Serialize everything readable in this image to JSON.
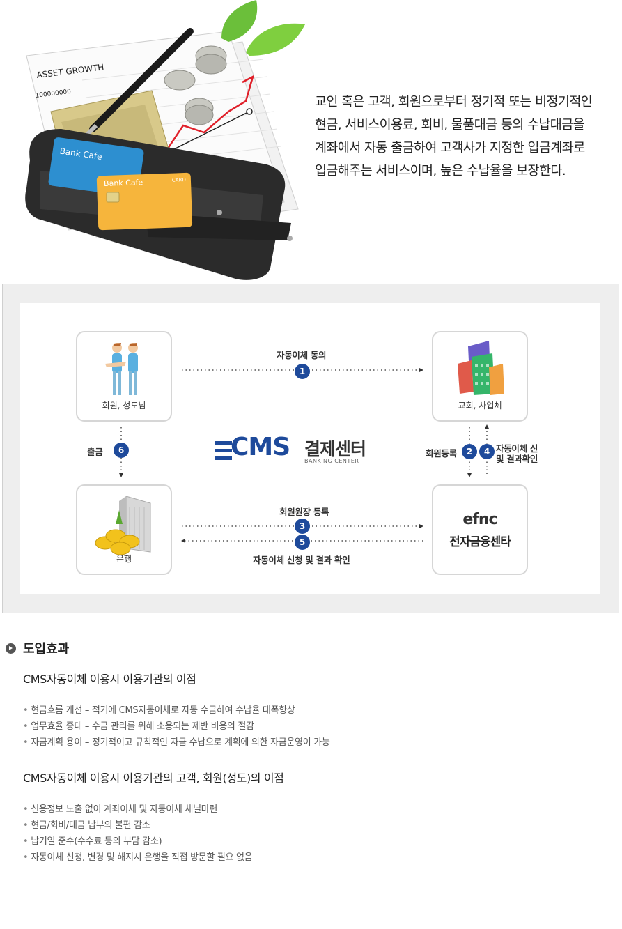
{
  "hero": {
    "illustration_text": "ASSET GROWTH",
    "illustration_number": "100000000",
    "card_brand": "Bank Cafe",
    "card_badge": "CARD",
    "description_lines": [
      "교인 혹은 고객, 회원으로부터 정기적 또는 비정기적인",
      "현금, 서비스이용료, 회비, 물품대금 등의 수납대금을",
      "계좌에서 자동 출금하여 고객사가 지정한 입금계좌로",
      "입금해주는 서비스이며, 높은 수납율을 보장한다."
    ]
  },
  "diagram": {
    "nodes": {
      "member": "회원, 성도님",
      "church": "교회, 사업체",
      "bank": "은행",
      "center": "전자금융센타"
    },
    "center_logo": {
      "main": "CMS",
      "korean": "결제센터",
      "sub": "BANKING CENTER"
    },
    "center_mark": "efnc",
    "flows": {
      "step1": {
        "num": "1",
        "label": "자동이체 동의"
      },
      "step2": {
        "num": "2",
        "label": "회원등록"
      },
      "step3": {
        "num": "3",
        "label": "회원원장 등록"
      },
      "step4": {
        "num": "4",
        "label_line1": "자동이체 신",
        "label_line2": "및 결과확인"
      },
      "step5": {
        "num": "5",
        "label": "자동이체 신청 및 결과 확인"
      },
      "step6": {
        "num": "6",
        "label": "출금"
      }
    }
  },
  "effects": {
    "title": "도입효과",
    "org_title": "CMS자동이체 이용시 이용기관의 이점",
    "org_items": [
      " 현금흐름 개선 – 적기에 CMS자동이체로 자동 수금하여 수납율 대폭향상",
      "업무효율 증대 – 수금 관리를 위해 소용되는 제반 비용의 절감",
      "자금계획 용이 – 정기적이고 규칙적인 자금 수납으로 계획에 의한 자금운영이 가능"
    ],
    "member_title": "CMS자동이체 이용시 이용기관의 고객, 회원(성도)의 이점",
    "member_items": [
      "신용정보 노출 없이 계좌이체 및 자동이체 채널마련",
      "현금/회비/대금 납부의 불편 감소",
      "납기일 준수(수수료 등의 부담 감소)",
      "자동이체 신청, 변경 및 해지시 은행을 직접 방문할 필요 없음"
    ]
  },
  "colors": {
    "badge": "#1e4a9b",
    "cms_blue": "#1e4a9b",
    "chart_line": "#e0202a"
  }
}
